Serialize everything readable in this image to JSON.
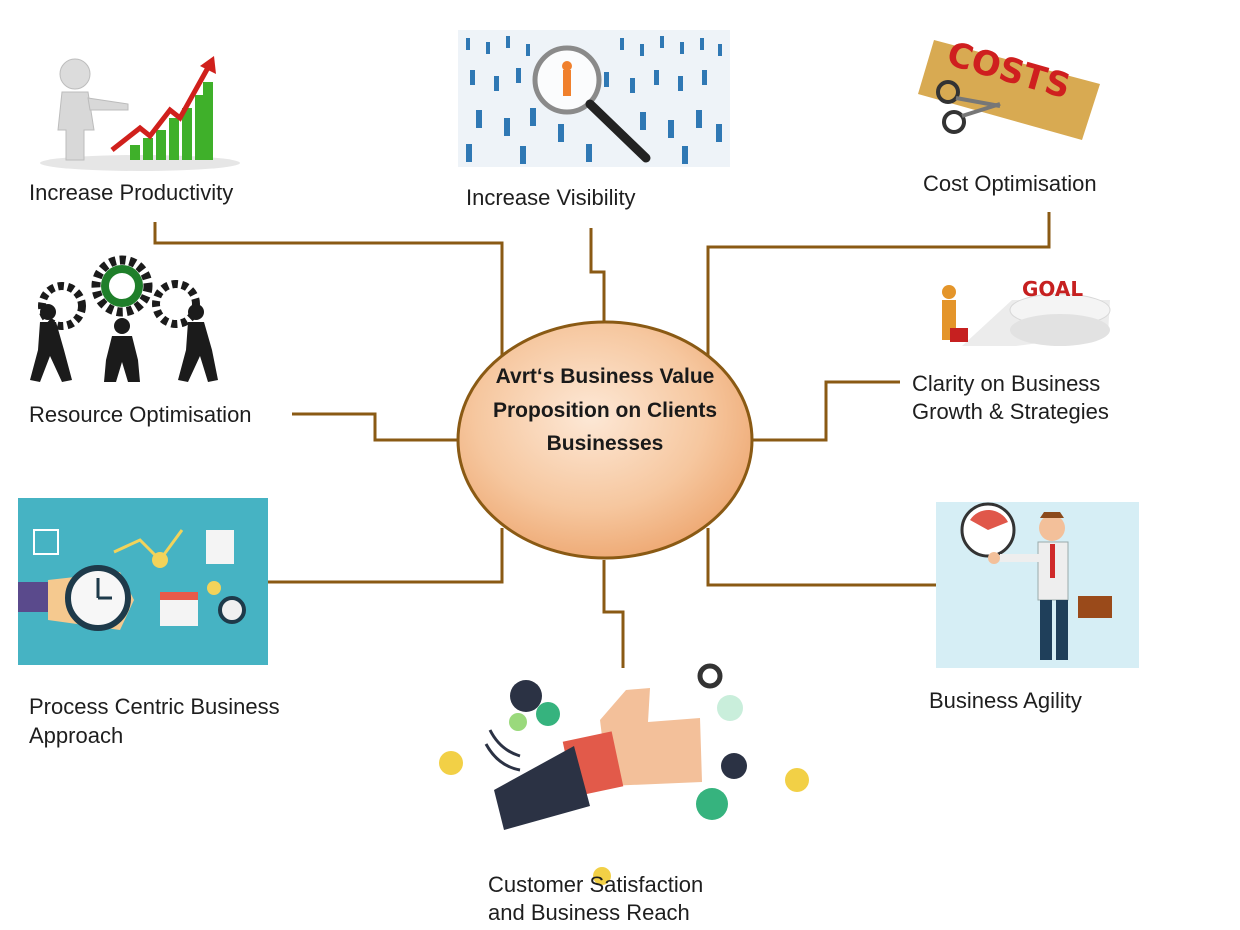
{
  "center": {
    "title": "Avrt‘s Business Value Proposition on Clients Businesses"
  },
  "nodes": {
    "increase_productivity": "Increase Productivity",
    "increase_visibility": "Increase Visibility",
    "cost_optimisation": "Cost Optimisation",
    "resource_optimisation": "Resource Optimisation",
    "clarity_line1": "Clarity on Business",
    "clarity_line2": "Growth & Strategies",
    "process_line1": "Process Centric Business",
    "process_line2": "Approach",
    "business_agility": "Business Agility",
    "customer_line1": "Customer Satisfaction",
    "customer_line2": "and Business Reach"
  },
  "illustration_text": {
    "costs_sign": "COSTS",
    "goal_sign": "GOAL"
  },
  "colors": {
    "connector": "#8a5a14",
    "center_fill": "#f3b98a",
    "center_stroke": "#8a5a14",
    "growth_bars": "#3fb02a",
    "growth_arrow": "#d0201c",
    "people_icon": "#2f78b4",
    "highlight_person": "#f0802c",
    "gears": "#1b1b1b",
    "gear_accent": "#1f7f2a",
    "process_panel": "#46b3c3",
    "agility_panel": "#d6eef5"
  }
}
